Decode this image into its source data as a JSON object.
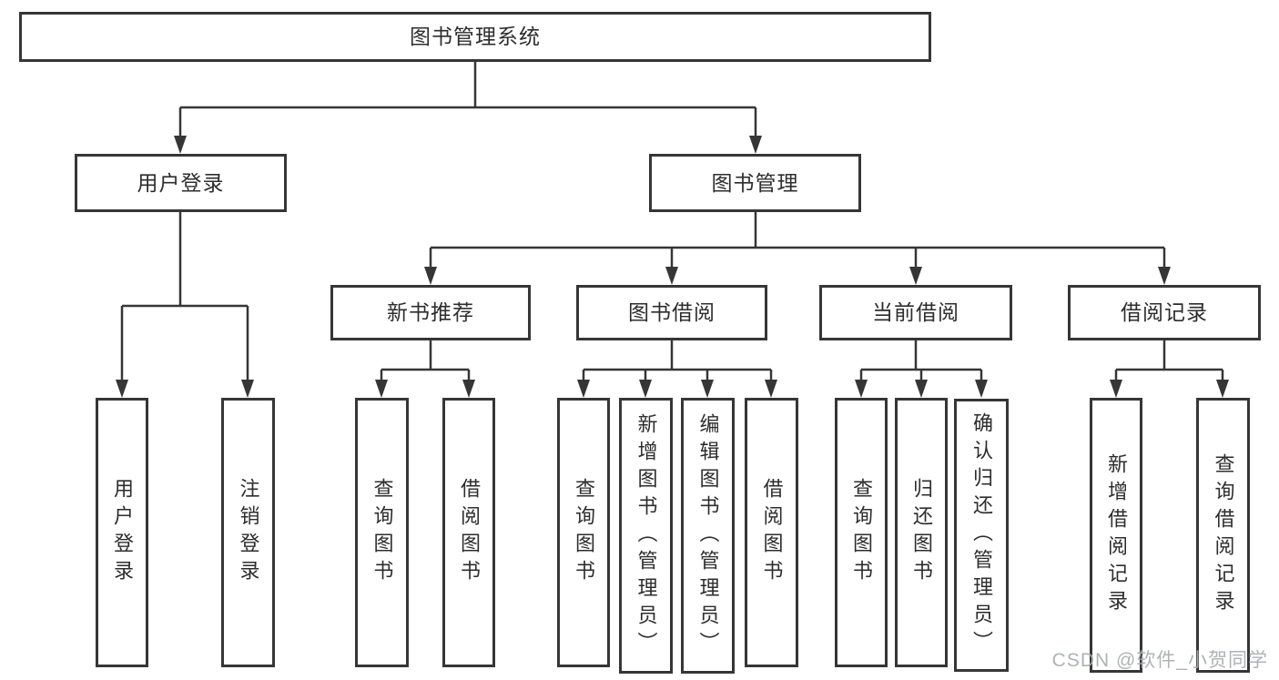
{
  "tree": {
    "label": "图书管理系统",
    "children": [
      {
        "label": "用户登录",
        "children": [
          {
            "label": "用户登录"
          },
          {
            "label": "注销登录"
          }
        ]
      },
      {
        "label": "图书管理",
        "children": [
          {
            "label": "新书推荐",
            "children": [
              {
                "label": "查询图书"
              },
              {
                "label": "借阅图书"
              }
            ]
          },
          {
            "label": "图书借阅",
            "children": [
              {
                "label": "查询图书"
              },
              {
                "label": "新增图书（管理员）"
              },
              {
                "label": "编辑图书（管理员）"
              },
              {
                "label": "借阅图书"
              }
            ]
          },
          {
            "label": "当前借阅",
            "children": [
              {
                "label": "查询图书"
              },
              {
                "label": "归还图书"
              },
              {
                "label": "确认归还（管理员）"
              }
            ]
          },
          {
            "label": "借阅记录",
            "children": [
              {
                "label": "新增借阅记录"
              },
              {
                "label": "查询借阅记录"
              }
            ]
          }
        ]
      }
    ]
  },
  "watermark": {
    "text": "CSDN @软件_小贺同学"
  },
  "colors": {
    "line": "#363636",
    "box_border": "#363636",
    "text": "#2d2d2d",
    "watermark": "#a8abaf",
    "background": "#ffffff"
  }
}
